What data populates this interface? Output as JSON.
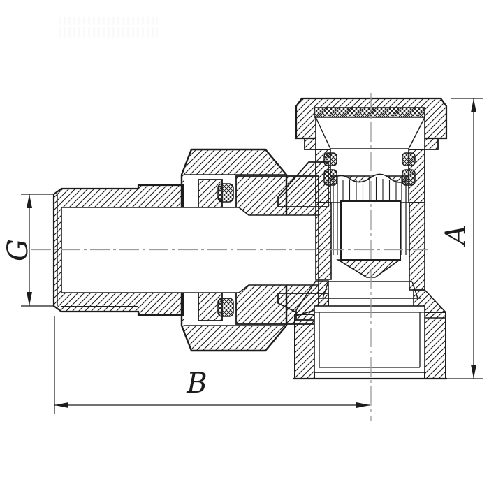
{
  "page": {
    "background_color": "#ffffff"
  },
  "drawing": {
    "subject": "angle valve cross-section",
    "dimension_labels": {
      "left_vertical": "G",
      "right_vertical": "A",
      "bottom_horizontal": "B"
    },
    "colors": {
      "line": "#1c1c1c",
      "centerline": "#9c9c9c",
      "background": "#ffffff"
    },
    "watermark": {
      "legible": false
    }
  }
}
